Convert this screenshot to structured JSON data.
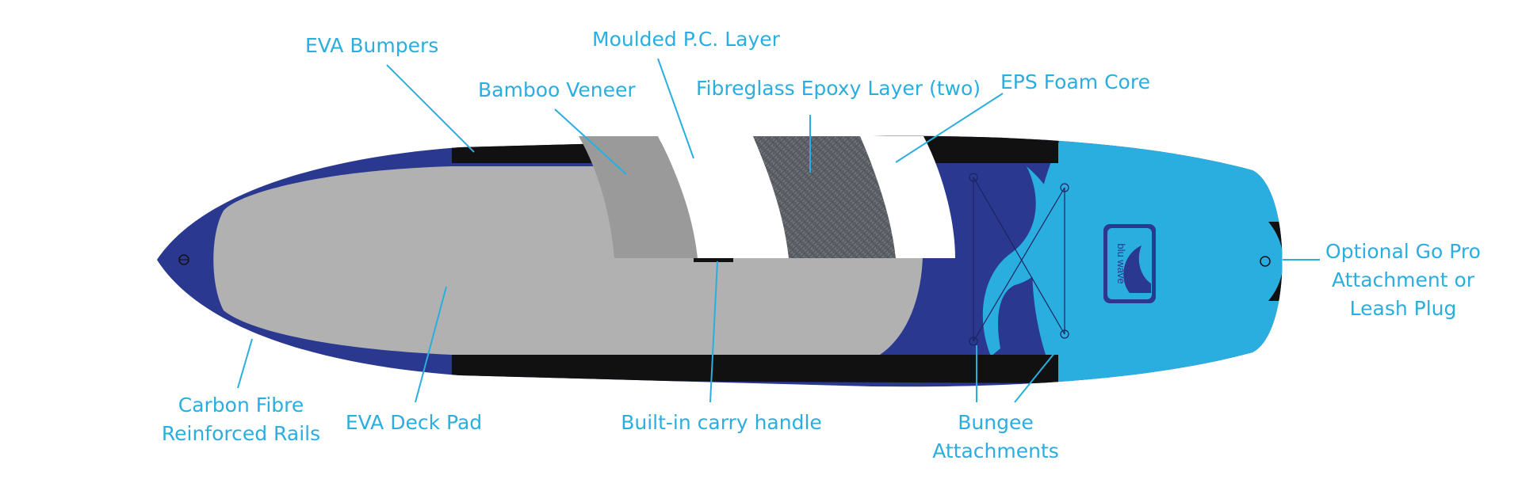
{
  "colors": {
    "label": "#2aaee0",
    "rail_navy": "#2a3890",
    "deck_grey": "#b1b1b1",
    "bamboo_grey": "#9a9a9a",
    "carbon": "#5a5d63",
    "tail_light_blue": "#2aaee0",
    "bumper_black": "#111111"
  },
  "board": {
    "logo_text": "blu wave"
  },
  "labels": {
    "eva_bumpers": "EVA Bumpers",
    "moulded_pc_layer": "Moulded P.C. Layer",
    "bamboo_veneer": "Bamboo Veneer",
    "fibreglass_epoxy": "Fibreglass Epoxy Layer (two)",
    "eps_foam_core": "EPS Foam Core",
    "gopro_line1": "Optional Go Pro",
    "gopro_line2": "Attachment or",
    "gopro_line3": "Leash Plug",
    "carbon_rails_line1": "Carbon Fibre",
    "carbon_rails_line2": "Reinforced Rails",
    "eva_deck_pad": "EVA Deck Pad",
    "carry_handle": "Built-in carry handle",
    "bungee_line1": "Bungee",
    "bungee_line2": "Attachments"
  }
}
